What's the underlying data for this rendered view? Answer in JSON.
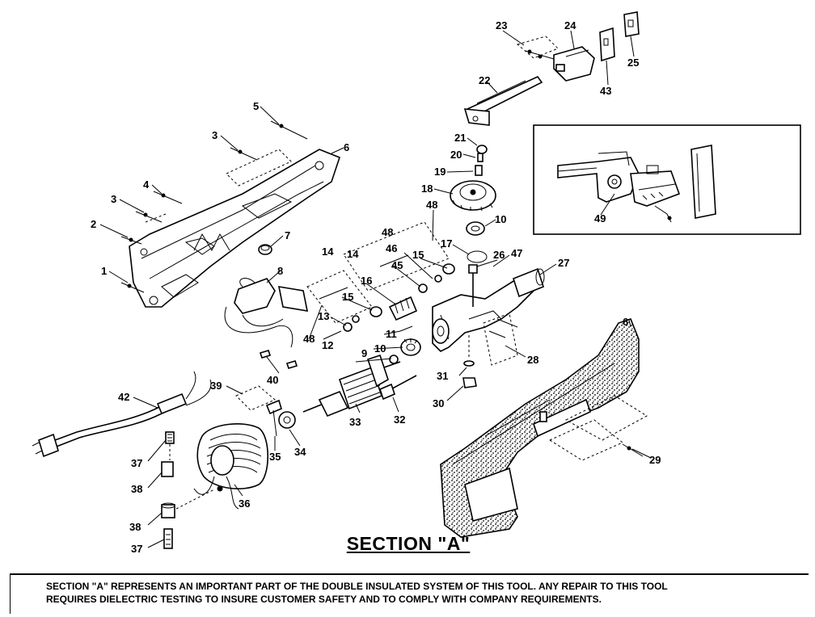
{
  "section_title": "SECTION \"A\"",
  "notice": {
    "line1": "SECTION \"A\" REPRESENTS AN IMPORTANT PART OF THE DOUBLE INSULATED SYSTEM OF THIS TOOL.  ANY REPAIR TO THIS TOOL",
    "line2": "REQUIRES DIELECTRIC TESTING TO INSURE CUSTOMER SAFETY AND TO COMPLY WITH COMPANY REQUIREMENTS."
  },
  "callouts": {
    "c1": "1",
    "c2": "2",
    "c3a": "3",
    "c3b": "3",
    "c4": "4",
    "c5": "5",
    "c6a": "6",
    "c6b": "6",
    "c7": "7",
    "c8": "8",
    "c9": "9",
    "c10a": "10",
    "c10b": "10",
    "c11": "11",
    "c12": "12",
    "c13": "13",
    "c14a": "14",
    "c14b": "14",
    "c15a": "15",
    "c15b": "15",
    "c16": "16",
    "c17": "17",
    "c18": "18",
    "c19": "19",
    "c20": "20",
    "c21": "21",
    "c22": "22",
    "c23": "23",
    "c24": "24",
    "c25": "25",
    "c26": "26",
    "c27": "27",
    "c28": "28",
    "c29": "29",
    "c30": "30",
    "c31": "31",
    "c32": "32",
    "c33": "33",
    "c34": "34",
    "c35": "35",
    "c36": "36",
    "c37a": "37",
    "c37b": "37",
    "c38a": "38",
    "c38b": "38",
    "c39": "39",
    "c40": "40",
    "c42": "42",
    "c43": "43",
    "c45": "45",
    "c46": "46",
    "c47": "47",
    "c48a": "48",
    "c48b": "48",
    "c48c": "48",
    "c49": "49"
  }
}
